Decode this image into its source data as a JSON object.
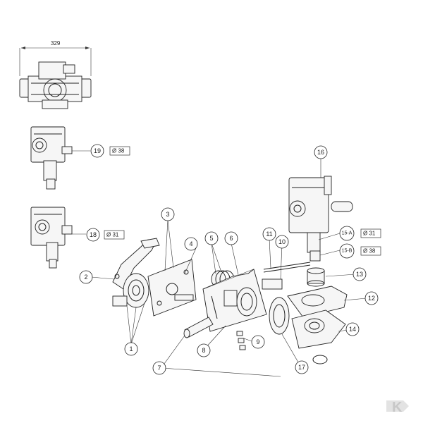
{
  "dimension": {
    "top_width": "329"
  },
  "diameter_labels": [
    {
      "id": "d19",
      "text": "Ø 38"
    },
    {
      "id": "d18",
      "text": "Ø 31"
    },
    {
      "id": "d15a",
      "text": "Ø 31"
    },
    {
      "id": "d15b",
      "text": "Ø 38"
    }
  ],
  "callouts": {
    "c1": "1",
    "c2": "2",
    "c3": "3",
    "c4": "4",
    "c5": "5",
    "c6": "6",
    "c7": "7",
    "c8": "8",
    "c9": "9",
    "c10": "10",
    "c11": "11",
    "c12": "12",
    "c13": "13",
    "c14": "14",
    "c15a": "15-A",
    "c15b": "15-B",
    "c16": "16",
    "c17": "17",
    "c18": "18",
    "c19": "19"
  },
  "brand_logo": "K",
  "colors": {
    "line": "#222222",
    "background": "#ffffff",
    "logo": "#c8c8c8"
  }
}
